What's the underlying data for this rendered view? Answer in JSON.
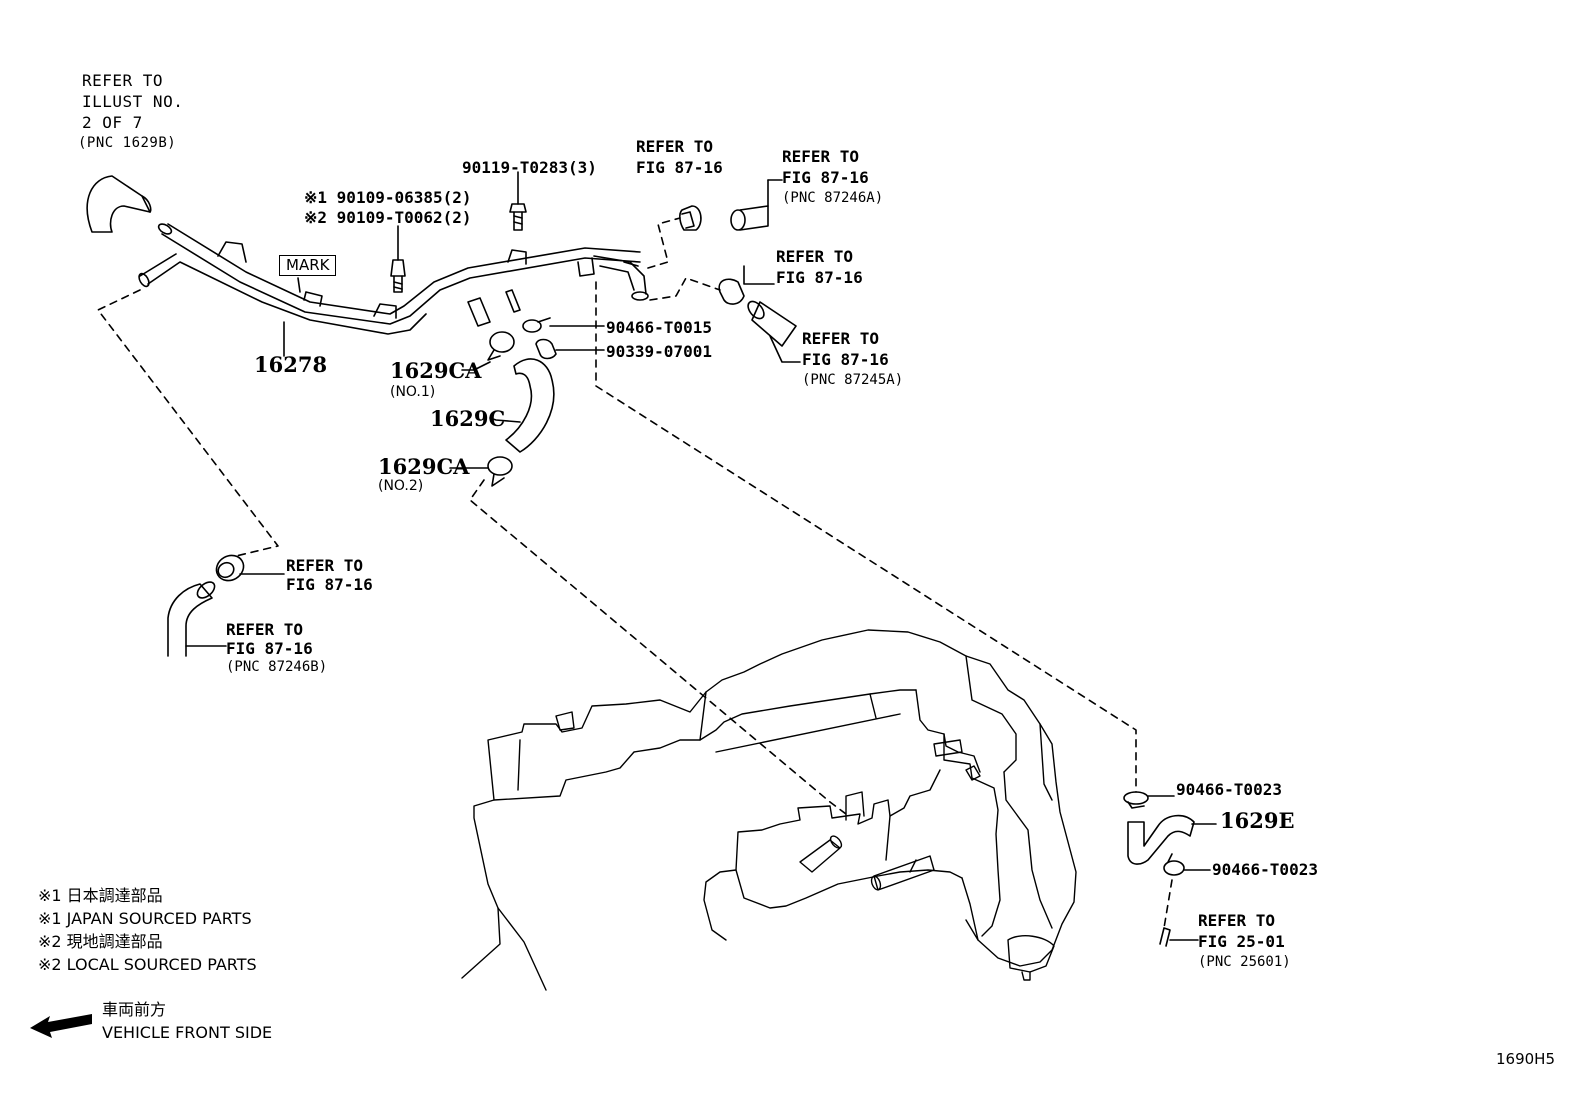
{
  "callouts": {
    "illust_ref": [
      "REFER TO",
      "ILLUST NO.",
      "2 OF 7",
      "(PNC 1629B)"
    ],
    "screw_part": "90119-T0283(3)",
    "bolt_note1": "※1 90109-06385(2)",
    "bolt_note2": "※2 90109-T0062(2)",
    "mark": "MARK",
    "pipe_part": "16278",
    "ref_top_clamp": [
      "REFER TO",
      "FIG 87-16"
    ],
    "ref_hose_a": [
      "REFER TO",
      "FIG 87-16",
      "(PNC 87246A)"
    ],
    "ref_mid_clamp": [
      "REFER TO",
      "FIG 87-16"
    ],
    "ref_hose_b": [
      "REFER TO",
      "FIG 87-16",
      "(PNC 87245A)"
    ],
    "clip_part": "90466-T0015",
    "plug_part": "90339-07001",
    "clamp_no1": "1629CA",
    "clamp_no1_sub": "(NO.1)",
    "hose_c": "1629C",
    "clamp_no2": "1629CA",
    "clamp_no2_sub": "(NO.2)",
    "ref_left_clamp": [
      "REFER TO",
      "FIG 87-16"
    ],
    "ref_left_hose": [
      "REFER TO",
      "FIG 87-16",
      "(PNC 87246B)"
    ],
    "clip_e_top": "90466-T0023",
    "hose_e": "1629E",
    "clip_e_bottom": "90466-T0023",
    "ref_fig25": [
      "REFER TO",
      "FIG 25-01",
      "(PNC 25601)"
    ]
  },
  "legend": [
    "※1 日本調達部品",
    "※1 JAPAN SOURCED PARTS",
    "※2 現地調達部品",
    "※2 LOCAL SOURCED PARTS"
  ],
  "direction": {
    "jp": "車両前方",
    "en": "VEHICLE FRONT SIDE"
  },
  "figure_id": "1690H5"
}
